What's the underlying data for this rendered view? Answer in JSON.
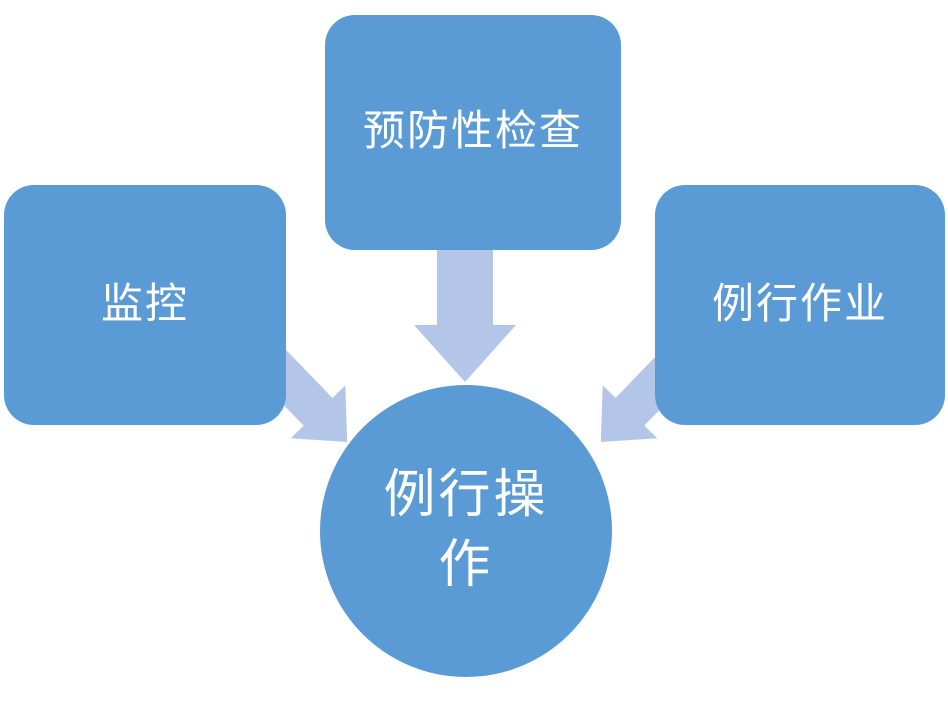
{
  "diagram": {
    "nodes": {
      "preventive_check": {
        "label": "预防性检查"
      },
      "monitoring": {
        "label": "监控"
      },
      "routine_work": {
        "label": "例行作业"
      },
      "routine_operation": {
        "label": "例行操作"
      }
    },
    "colors": {
      "node_fill": "#5b9bd5",
      "arrow_fill": "#b4c6e7",
      "text": "#ffffff",
      "background": "#ffffff"
    }
  }
}
